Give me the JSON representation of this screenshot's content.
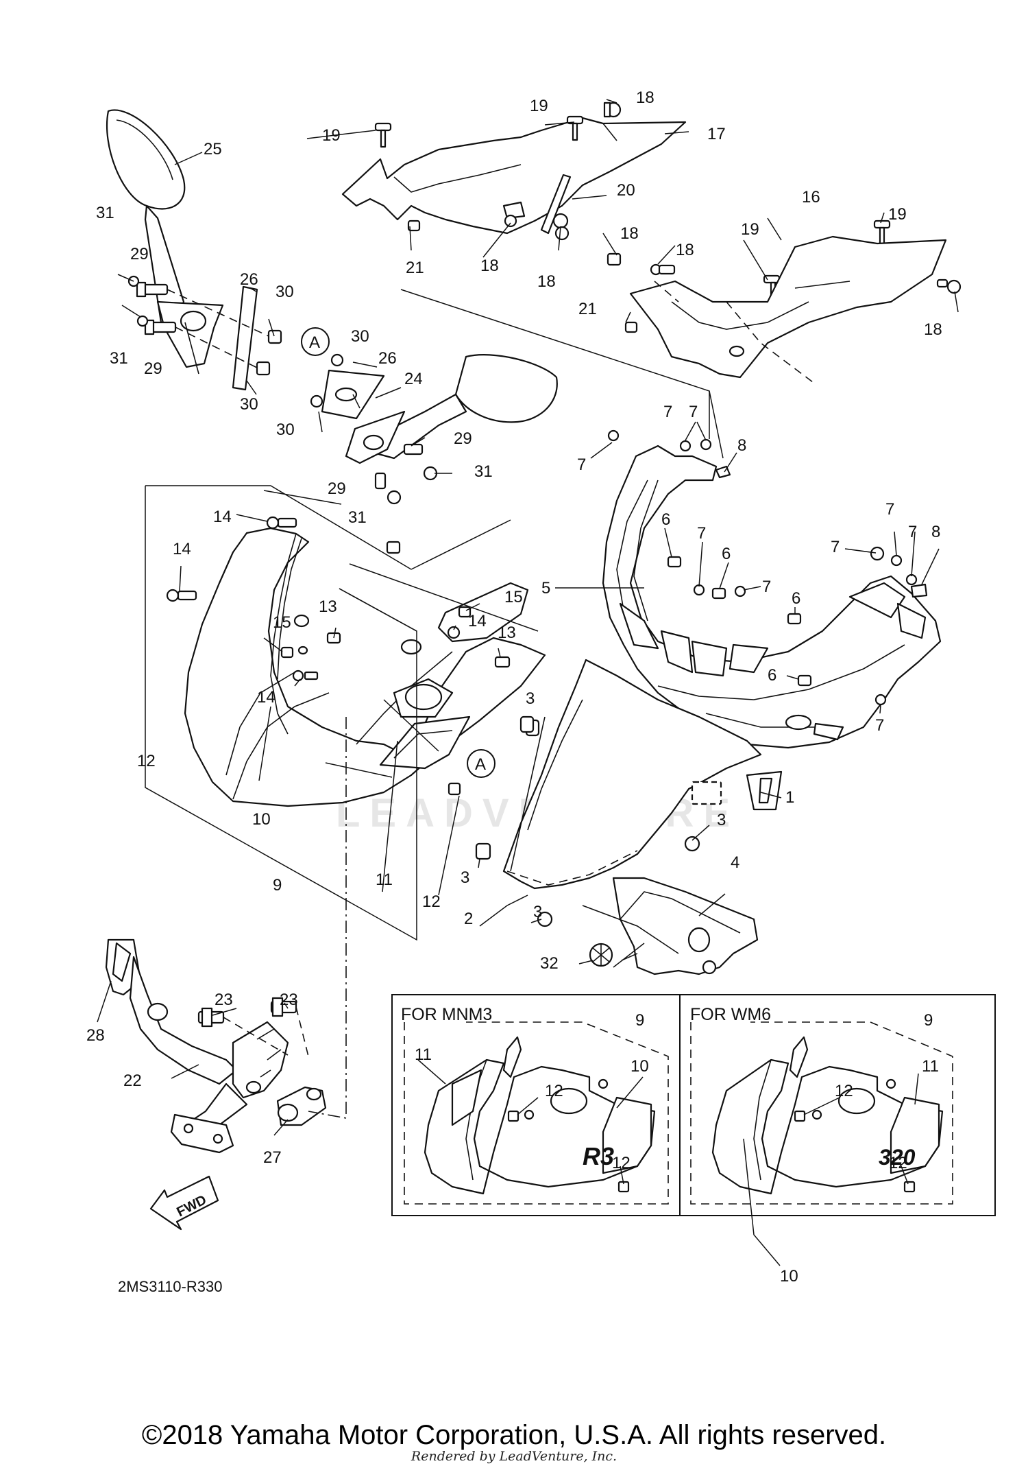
{
  "callouts": {
    "c1": "1",
    "c2": "2",
    "c3": "3",
    "c4": "4",
    "c5": "5",
    "c6": "6",
    "c7": "7",
    "c8": "8",
    "c9": "9",
    "c10": "10",
    "c11": "11",
    "c12": "12",
    "c13": "13",
    "c14": "14",
    "c15": "15",
    "c16": "16",
    "c17": "17",
    "c18": "18",
    "c19": "19",
    "c20": "20",
    "c21": "21",
    "c22": "22",
    "c23": "23",
    "c24": "24",
    "c25": "25",
    "c26": "26",
    "c27": "27",
    "c28": "28",
    "c29": "29",
    "c30": "30",
    "c31": "31",
    "c32": "32",
    "ref_a": "A"
  },
  "insets": {
    "left_title": "FOR MNM3",
    "right_title": "FOR WM6"
  },
  "decals": {
    "r3": "R3",
    "r320": "320"
  },
  "fwd_label": "FWD",
  "drawing_code": "2MS3110-R330",
  "watermark": "LEADVENTURE",
  "footer": {
    "copyright": "©2018 Yamaha Motor Corporation, U.S.A. All rights reserved.",
    "rendered_by": "Rendered by LeadVenture, Inc."
  }
}
